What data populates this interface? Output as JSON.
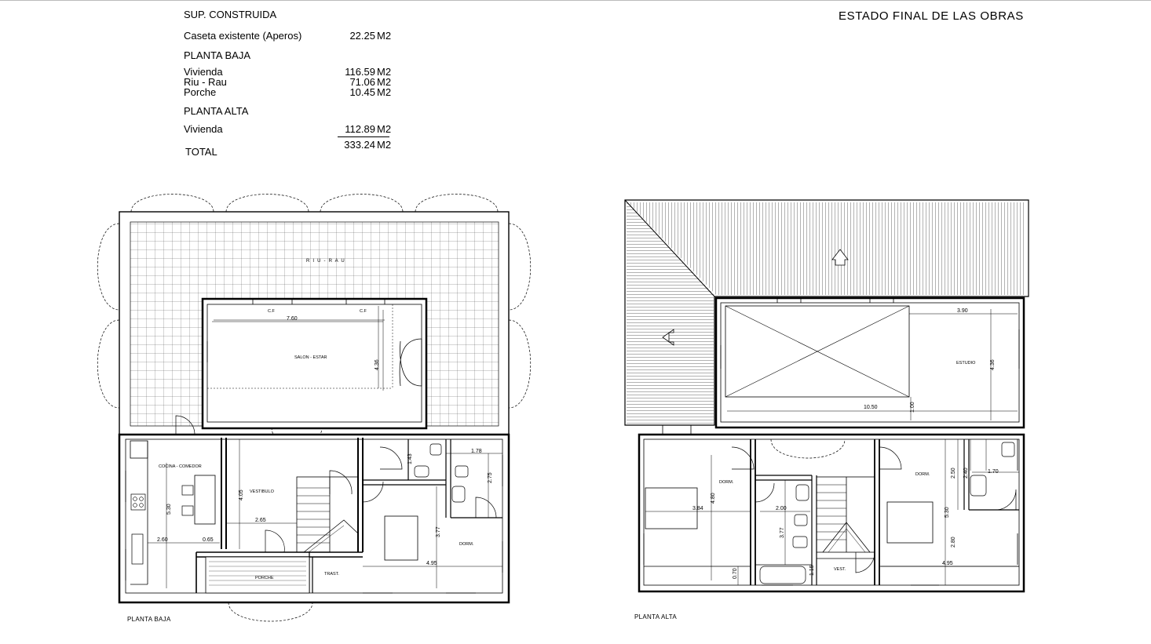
{
  "header": {
    "title": "ESTADO FINAL DE LAS OBRAS"
  },
  "areas": {
    "heading": "SUP. CONSTRUIDA",
    "caseta": {
      "label": "Caseta existente (Aperos)",
      "value": "22.25",
      "unit": "M2"
    },
    "planta_baja": {
      "heading": "PLANTA BAJA",
      "rows": [
        {
          "label": "Vivienda",
          "value": "116.59",
          "unit": "M2"
        },
        {
          "label": "Riu - Rau",
          "value": "71.06",
          "unit": "M2"
        },
        {
          "label": "Porche",
          "value": "10.45",
          "unit": "M2"
        }
      ]
    },
    "planta_alta": {
      "heading": "PLANTA ALTA",
      "rows": [
        {
          "label": "Vivienda",
          "value": "112.89",
          "unit": "M2"
        }
      ]
    },
    "total": {
      "label": "TOTAL",
      "value": "333.24",
      "unit": "M2"
    }
  },
  "plans": {
    "baja": {
      "label": "PLANTA BAJA",
      "rooms": {
        "riu": "R I U   -   R A U",
        "salon": "SALON - ESTAR",
        "cocina": "COCINA - COMEDOR",
        "vestibulo": "VESTIBULO",
        "dorm": "DORM.",
        "porche": "PORCHE",
        "trast": "TRAST."
      },
      "marks": {
        "cf1": "C.F",
        "cf2": "C.F"
      },
      "dims": {
        "d760": "7.60",
        "d436": "4.36",
        "d530": "5.30",
        "d260": "2.60",
        "d065": "0.65",
        "d405": "4.05",
        "d265": "2.65",
        "d143": "1.43",
        "d178": "1.78",
        "d275": "2.75",
        "d377": "3.77",
        "d495": "4.95"
      }
    },
    "alta": {
      "label": "PLANTA ALTA",
      "rooms": {
        "estudio": "ESTUDIO",
        "dorm1": "DORM.",
        "dorm2": "DORM.",
        "vest": "VEST."
      },
      "dims": {
        "d390": "3.90",
        "d436": "4.36",
        "d1050": "10.50",
        "d100": "1.00",
        "d384": "3.84",
        "d480": "4.80",
        "d200": "2.00",
        "d377": "3.77",
        "d115": "1.15",
        "d070": "0.70",
        "d250": "2.50",
        "d530": "5.30",
        "d280": "2.80",
        "d495": "4.95",
        "d240": "2.40",
        "d170": "1.70"
      }
    }
  }
}
